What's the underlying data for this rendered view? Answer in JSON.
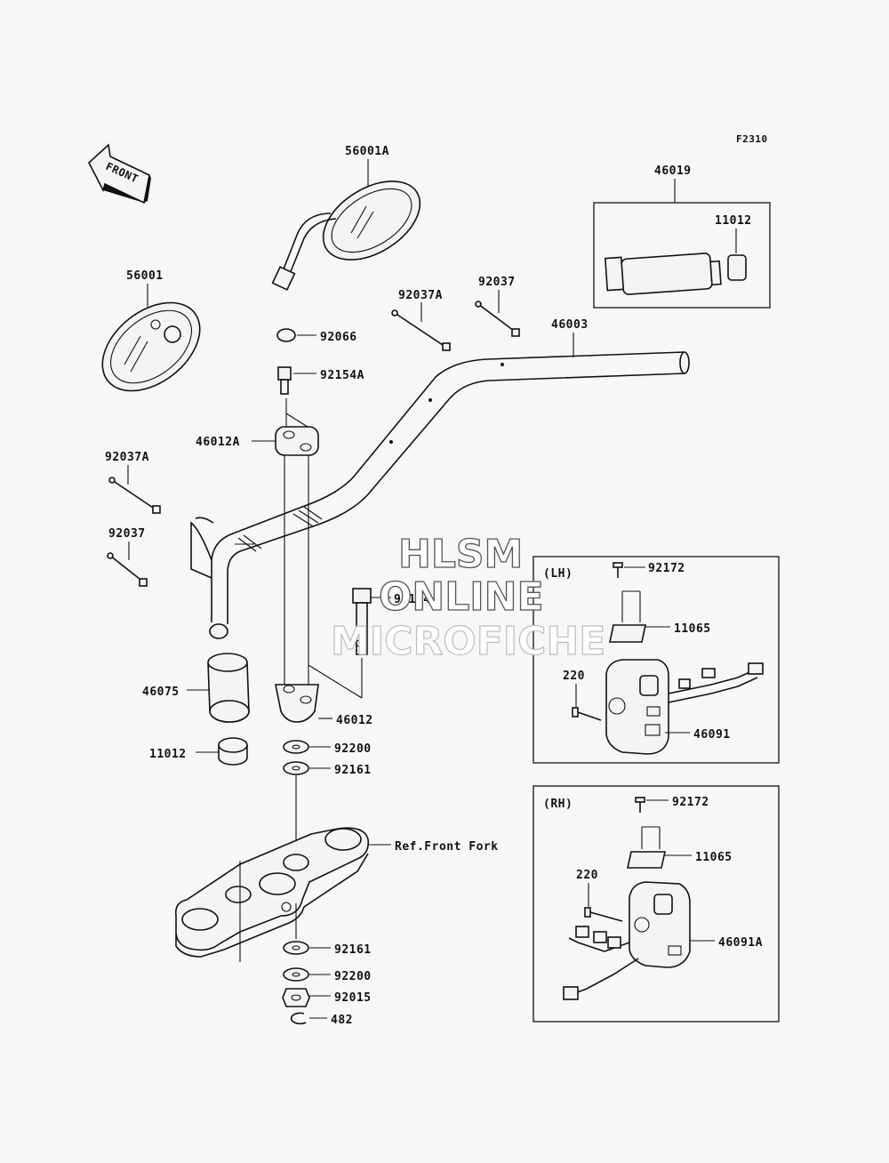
{
  "diagram": {
    "figure_code": "F2310",
    "front_label": "FRONT",
    "ref_front_fork": "Ref.Front Fork",
    "lh_label": "(LH)",
    "rh_label": "(RH)"
  },
  "watermark": {
    "line1": "HLSM",
    "line2": "ONLINE",
    "line3": "MICROFICHE"
  },
  "parts": {
    "p56001A": "56001A",
    "p56001": "56001",
    "p46019": "46019",
    "p11012_top": "11012",
    "p92037A_top": "92037A",
    "p92037_top": "92037",
    "p46003": "46003",
    "p92066": "92066",
    "p92154A": "92154A",
    "p46012A": "46012A",
    "p92037A_left": "92037A",
    "p92037_left": "92037",
    "p92154": "92154",
    "p46075": "46075",
    "p46012": "46012",
    "p11012_left": "11012",
    "p92200_top": "92200",
    "p92161_top": "92161",
    "p92161_bot": "92161",
    "p92200_bot": "92200",
    "p92015": "92015",
    "p482": "482",
    "lh_92172": "92172",
    "lh_11065": "11065",
    "lh_220": "220",
    "lh_46091": "46091",
    "rh_92172": "92172",
    "rh_11065": "11065",
    "rh_220": "220",
    "rh_46091A": "46091A"
  }
}
